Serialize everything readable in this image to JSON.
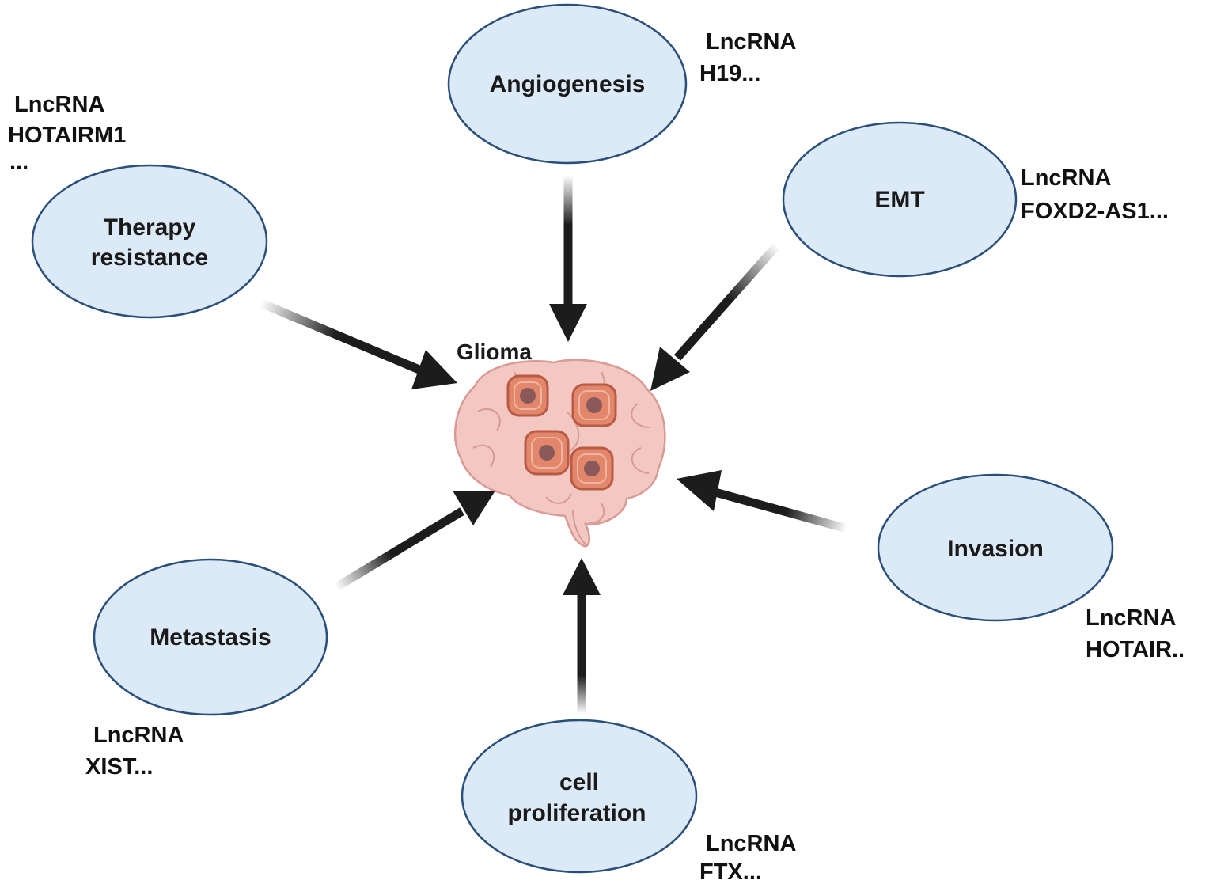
{
  "colors": {
    "node_fill": "#dce9f6",
    "node_stroke": "#2a4f7a",
    "arrow": "#1c1c1c",
    "brain_fill": "#f3c7c2",
    "brain_stroke": "#d89a93",
    "cell_fill": "#e2876b",
    "cell_stroke": "#b95a44",
    "nucleus": "#8a5a5a"
  },
  "center": {
    "label": "Glioma",
    "icon": "brain-with-tumor-cells-icon"
  },
  "nodes": {
    "angiogenesis": {
      "label": "Angiogenesis",
      "lnc_line1": "LncRNA",
      "lnc_line2": "H19..."
    },
    "emt": {
      "label": "EMT",
      "lnc_line1": "LncRNA",
      "lnc_line2": "FOXD2-AS1..."
    },
    "therapy": {
      "label_line1": "Therapy",
      "label_line2": "resistance",
      "lnc_line1": "LncRNA",
      "lnc_line2": "HOTAIRM1",
      "lnc_line3": "..."
    },
    "invasion": {
      "label": "Invasion",
      "lnc_line1": "LncRNA",
      "lnc_line2": "HOTAIR.."
    },
    "metastasis": {
      "label": "Metastasis",
      "lnc_line1": "LncRNA",
      "lnc_line2": "XIST..."
    },
    "proliferation": {
      "label_line1": "cell",
      "label_line2": "proliferation",
      "lnc_line1": "LncRNA",
      "lnc_line2": "FTX..."
    }
  }
}
